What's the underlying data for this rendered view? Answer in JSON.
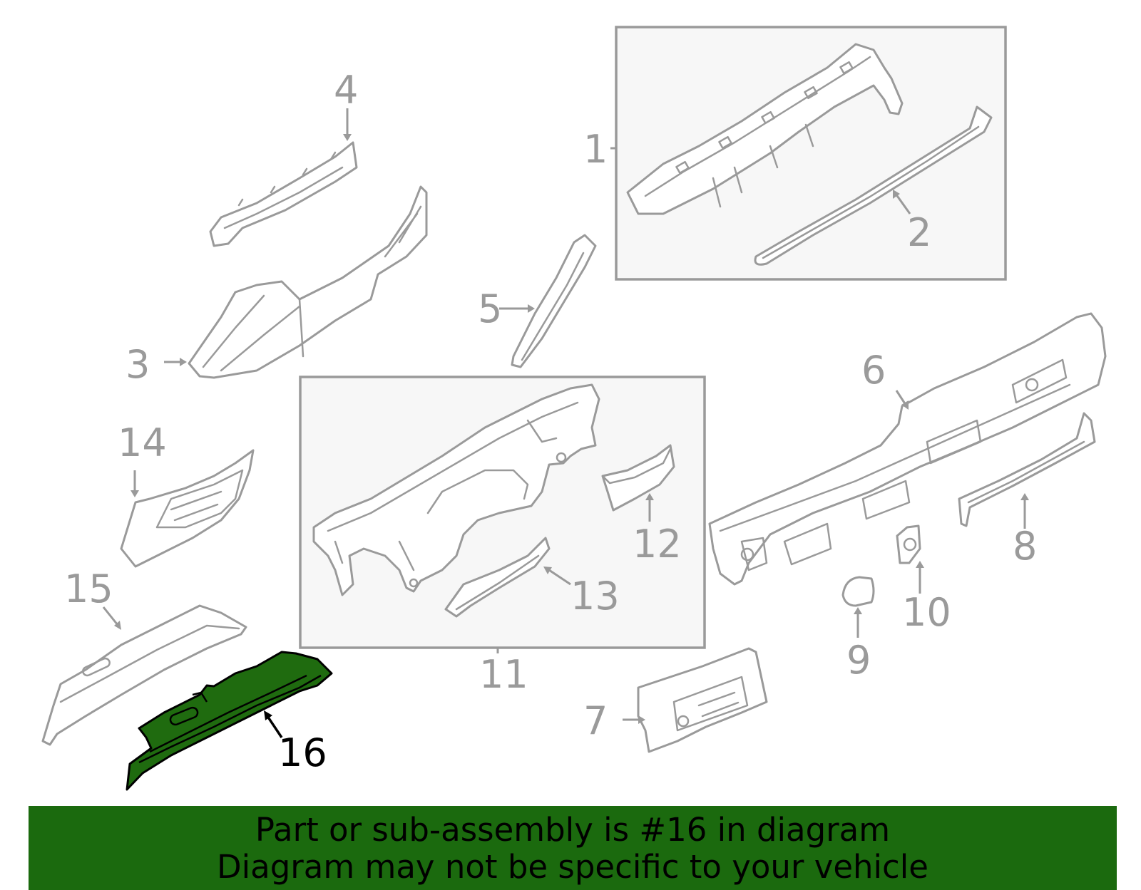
{
  "callouts": {
    "c1": "1",
    "c2": "2",
    "c3": "3",
    "c4": "4",
    "c5": "5",
    "c6": "6",
    "c7": "7",
    "c8": "8",
    "c9": "9",
    "c10": "10",
    "c11": "11",
    "c12": "12",
    "c13": "13",
    "c14": "14",
    "c15": "15",
    "c16": "16"
  },
  "highlighted_part": "16",
  "colors": {
    "highlight_fill": "#1f6b0f",
    "banner": "#1b6a0e",
    "line_gray": "#9a9a9a",
    "group_box_fill": "#f7f7f7"
  },
  "banner": {
    "line1": "Part or sub-assembly is #16 in diagram",
    "line2": "Diagram may not be specific to your vehicle"
  }
}
